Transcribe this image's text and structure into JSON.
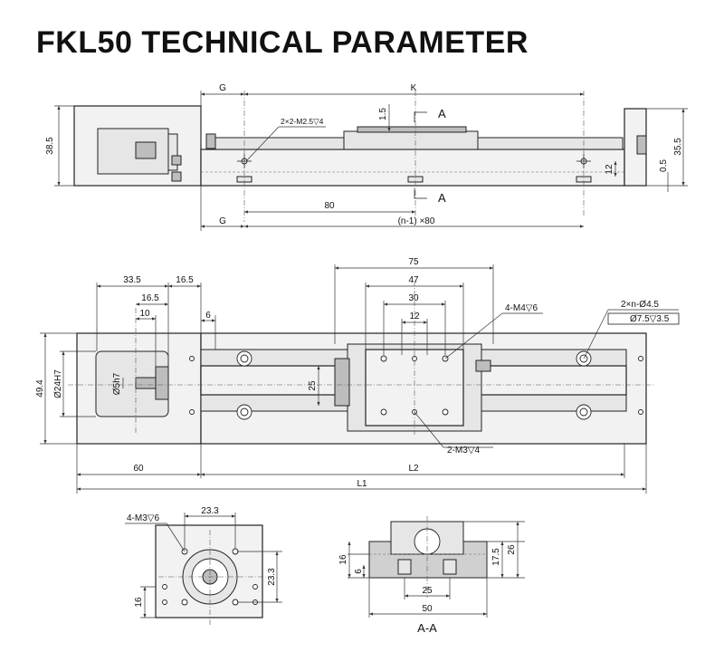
{
  "title": "FKL50 TECHNICAL PARAMETER",
  "side_view": {
    "dims": {
      "g_top": "G",
      "k": "K",
      "g_bottom": "G",
      "pitch": "80",
      "pitch_n": "(n-1) ×80",
      "height_left": "38.5",
      "height_right": "35.5",
      "top_gap": "1.5",
      "offset": "0.5",
      "mid": "12"
    },
    "thread_note": "2×2-M2.5▽4",
    "section_mark": "A"
  },
  "top_view": {
    "dims": {
      "w75": "75",
      "w47": "47",
      "w30": "30",
      "w12": "12",
      "d33_5": "33.5",
      "d16_5a": "16.5",
      "d16_5b": "16.5",
      "d10": "10",
      "d6": "6",
      "d25": "25",
      "d49_4": "49.4",
      "d24h7": "Ø24H7",
      "d5h7": "Ø5h7",
      "d60": "60",
      "l2": "L2",
      "l1": "L1"
    },
    "note_m4": "4-M4▽6",
    "note_holes_1": "2×n-Ø4.5",
    "note_holes_2": "Ø7.5▽3.5",
    "note_m3": "2-M3▽4"
  },
  "end_view": {
    "dims": {
      "w23_3": "23.3",
      "h23_3": "23.3",
      "h16": "16"
    },
    "note_m3": "4-M3▽6"
  },
  "section_view": {
    "dims": {
      "h16": "16",
      "h6": "6",
      "h17_5": "17.5",
      "h26": "26",
      "w25": "25",
      "w50": "50"
    },
    "label": "A-A"
  }
}
